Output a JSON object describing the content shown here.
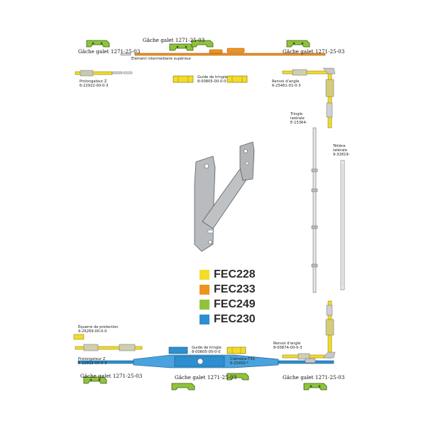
{
  "colors": {
    "yellow": "#f3dc2a",
    "orange": "#ef9320",
    "green": "#8fc43a",
    "blue": "#2e8fd0",
    "metal": "#b9bcbf"
  },
  "labels": {
    "gache_top_center": "Gâche galet 1271-25-03",
    "gache_top_left": "Gâche galet 1271-25-03",
    "gache_top_right": "Gâche galet 1271-25-03",
    "element_intermediaire": "Elément intermédiaire supérieur",
    "prolongateur_top": "Prolongateur Z\n6-22922-00-0-3",
    "guide_top": "Guide de tringle\n8-00805-00-0-0",
    "renvoi_top": "Renvoi d'angle\n6-25461-01-0-3",
    "tringle_laterale": "Tringle\nlatérale\nE-15364-",
    "tetiere_laterale": "Têtière\nlatérale\n9-32819-",
    "equerre": "Equerre de protection\n9-26269-00-0-0",
    "prolongateur_bottom": "Prolongateur Z\n6-22922-00-0-3",
    "guide_bottom": "Guide de tringle\n8-00805-00-0-0",
    "renvoi_bottom": "Renvoi d'angle\n8-00874-00-0-3",
    "cremone": "Crémone F30\n6-25450-*",
    "gache_bottom_left": "Gâche galet 1271-25-03",
    "gache_bottom_center": "Gâche galet 1271-25-03",
    "gache_bottom_right": "Gâche galet 1271-25-03"
  },
  "legend": [
    {
      "code": "FEC228",
      "color": "#f3dc2a"
    },
    {
      "code": "FEC233",
      "color": "#ef9320"
    },
    {
      "code": "FEC249",
      "color": "#8fc43a"
    },
    {
      "code": "FEC230",
      "color": "#2e8fd0"
    }
  ]
}
